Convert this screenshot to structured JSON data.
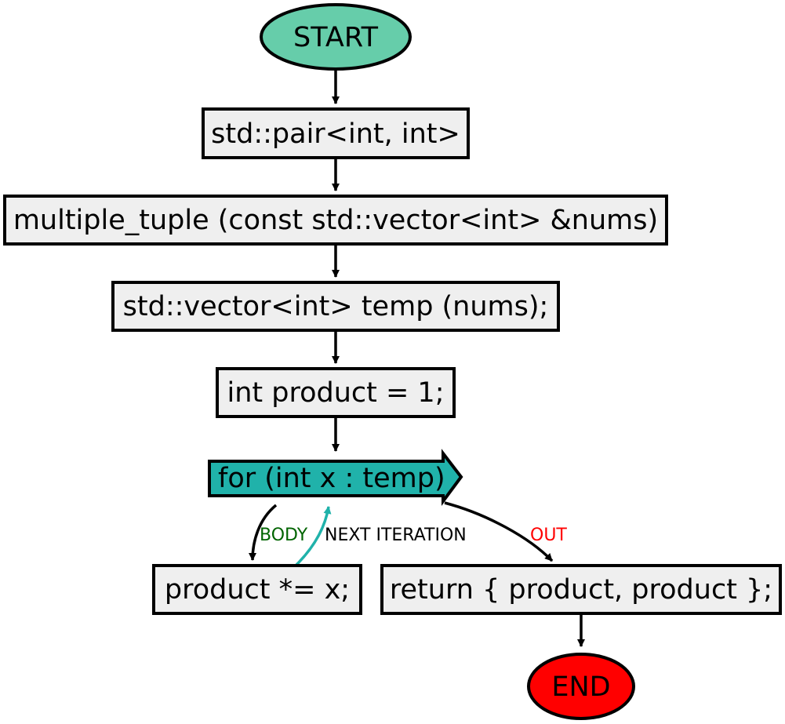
{
  "nodes": {
    "start": "START",
    "return_type": "std::pair<int, int>",
    "signature": "multiple_tuple (const std::vector<int> &nums)",
    "temp_decl": "std::vector<int> temp (nums);",
    "product_init": "int product = 1;",
    "loop": "for (int x : temp)",
    "body": "product *= x;",
    "return_stmt": "return { product, product };",
    "end": "END"
  },
  "edges": {
    "body": "BODY",
    "next_iteration": "NEXT ITERATION",
    "out": "OUT"
  },
  "colors": {
    "start_fill": "#66cdaa",
    "end_fill": "#ff0000",
    "loop_fill": "#20b2aa",
    "box_fill": "#efefef",
    "body_label": "#006400",
    "out_label": "#ff0000",
    "next_iteration_arrow": "#20b2aa"
  }
}
